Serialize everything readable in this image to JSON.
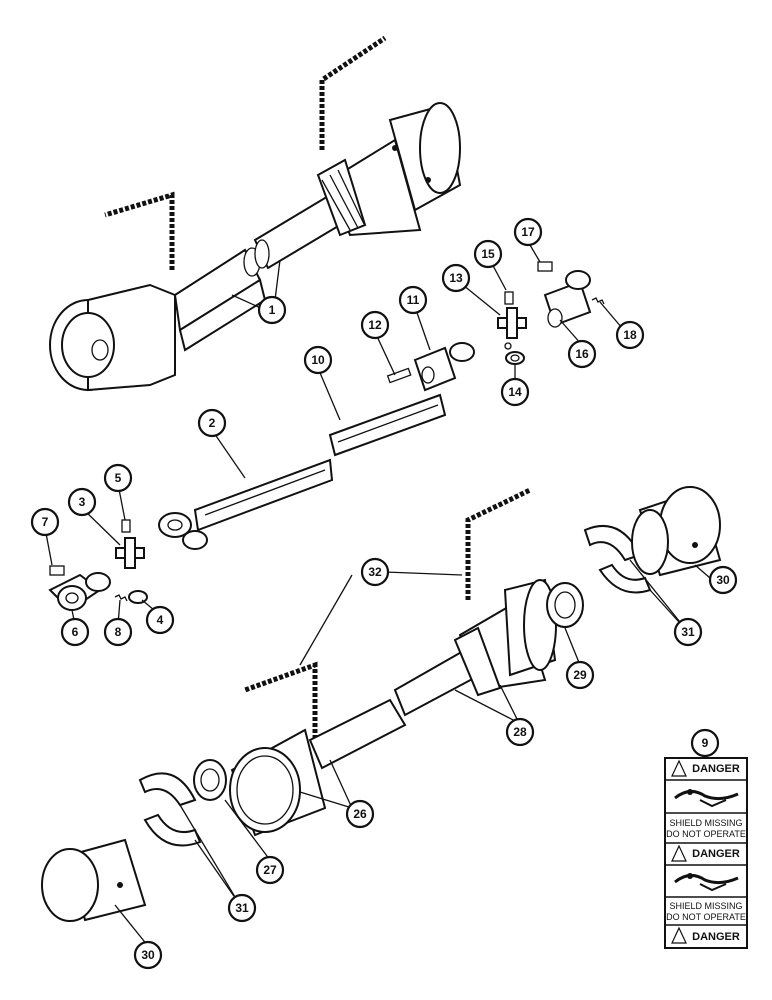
{
  "callouts": {
    "c1": "1",
    "c2": "2",
    "c3": "3",
    "c4": "4",
    "c5": "5",
    "c6": "6",
    "c7": "7",
    "c8": "8",
    "c9": "9",
    "c10": "10",
    "c11": "11",
    "c12": "12",
    "c13": "13",
    "c14": "14",
    "c15": "15",
    "c16": "16",
    "c17": "17",
    "c18": "18",
    "c26": "26",
    "c27": "27",
    "c28": "28",
    "c29": "29",
    "c30a": "30",
    "c30b": "30",
    "c31a": "31",
    "c31b": "31",
    "c32": "32"
  },
  "decal": {
    "danger_1": "DANGER",
    "danger_2": "DANGER",
    "danger_3": "DANGER",
    "warning_1_line1": "SHIELD MISSING",
    "warning_1_line2": "DO NOT OPERATE",
    "warning_2_line1": "SHIELD MISSING",
    "warning_2_line2": "DO NOT OPERATE"
  }
}
